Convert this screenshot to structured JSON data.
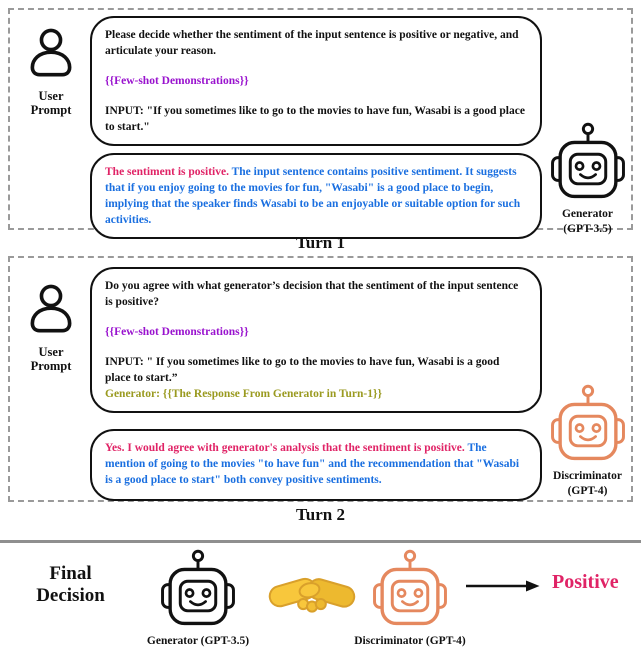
{
  "colors": {
    "pink": "#E02366",
    "blue": "#1A6FE0",
    "purple": "#9912CE",
    "olive": "#9A9A20",
    "generator_robot": "#111111",
    "discriminator_robot": "#E5885E"
  },
  "turn1": {
    "label": "Turn 1",
    "user": {
      "line1": "User",
      "line2": "Prompt"
    },
    "prompt_bubble": {
      "p1": "Please decide whether the sentiment of the input sentence is positive or negative, and articulate your reason.",
      "p2": "{{Few-shot Demonstrations}}",
      "p3": "INPUT: \"If you sometimes like to go to the movies to have fun, Wasabi is a good place to start.\""
    },
    "response_bubble": {
      "pink": "The sentiment is positive.",
      "blue": " The input sentence contains positive sentiment. It suggests that if you enjoy going to the movies for fun, \"Wasabi\" is a good place to begin, implying that the speaker finds Wasabi to be an enjoyable or suitable option for such activities."
    },
    "agent": {
      "line1": "Generator",
      "line2": "(GPT-3.5)"
    }
  },
  "turn2": {
    "label": "Turn 2",
    "user": {
      "line1": "User",
      "line2": "Prompt"
    },
    "prompt_bubble": {
      "p1": "Do you agree with what generator’s decision that the sentiment of the input sentence is positive?",
      "p2": "{{Few-shot Demonstrations}}",
      "p3": "INPUT: \" If you sometimes like to go to the movies to have fun, Wasabi is a good place to start.”",
      "p4": "Generator: {{The Response From Generator in Turn-1}}"
    },
    "response_bubble": {
      "pink": "Yes. I would agree with generator's analysis that the sentiment is positive.",
      "blue": " The mention of going to the movies \"to have fun\" and the recommendation that \"Wasabi is a good place to start\" both convey positive sentiments."
    },
    "agent": {
      "line1": "Discriminator",
      "line2": "(GPT-4)"
    }
  },
  "final": {
    "label_line1": "Final",
    "label_line2": "Decision",
    "generator_label": "Generator (GPT-3.5)",
    "discriminator_label": "Discriminator (GPT-4)",
    "decision": "Positive"
  }
}
